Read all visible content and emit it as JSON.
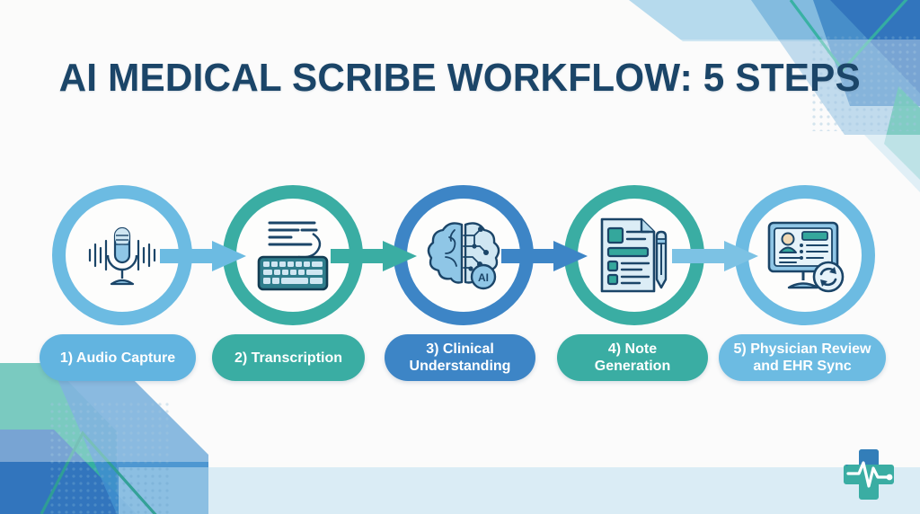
{
  "page": {
    "title": "AI MEDICAL SCRIBE WORKFLOW: 5 STEPS",
    "background_color": "#fbfbfa",
    "title_color": "#1b4568"
  },
  "palette": {
    "light_blue": "#6cbbe2",
    "sky_blue": "#62b4e0",
    "teal": "#3aada3",
    "deep_blue": "#3d85c6",
    "ring_blue_mid": "#4a93cd",
    "navy": "#1b4568",
    "icon_fill_light": "#cfe6f2",
    "icon_fill_mid": "#8fc6e6",
    "icon_teal": "#34a79c",
    "deco_teal": "#35b0a0",
    "deco_blue": "#3275bd",
    "deco_pale_blue": "#a9d4ea",
    "deco_lighter_blue": "#c5e1f1",
    "deco_dot": "#6fa8cf"
  },
  "steps": [
    {
      "number": "1)",
      "label": "1) Audio Capture",
      "label_lines": [
        "1) Audio Capture"
      ],
      "icon": "microphone-soundwave-icon",
      "ring_color": "#6cbbe2",
      "pill_color": "#62b4e0"
    },
    {
      "number": "2)",
      "label": "2) Transcription",
      "label_lines": [
        "2) Transcription"
      ],
      "icon": "keyboard-transcript-icon",
      "ring_color": "#3aada3",
      "pill_color": "#3aada3"
    },
    {
      "number": "3)",
      "label": "3) Clinical Understanding",
      "label_lines": [
        "3) Clinical",
        "Understanding"
      ],
      "icon": "ai-brain-circuit-icon",
      "ring_color": "#3d85c6",
      "pill_color": "#3d85c6"
    },
    {
      "number": "4)",
      "label": "4) Note Generation",
      "label_lines": [
        "4) Note",
        "Generation"
      ],
      "icon": "document-pen-icon",
      "ring_color": "#3aada3",
      "pill_color": "#3aada3"
    },
    {
      "number": "5)",
      "label": "5) Physician Review and EHR Sync",
      "label_lines": [
        "5) Physician Review",
        "and EHR Sync"
      ],
      "icon": "monitor-ehr-sync-icon",
      "ring_color": "#6cbbe2",
      "pill_color": "#6cbbe2"
    }
  ],
  "arrows": [
    {
      "name": "arrow-step1-to-step2",
      "color": "#6cbbe2"
    },
    {
      "name": "arrow-step2-to-step3",
      "color": "#3aada3"
    },
    {
      "name": "arrow-step3-to-step4",
      "color": "#3d85c6"
    },
    {
      "name": "arrow-step4-to-step5",
      "color": "#7cc2e4"
    }
  ],
  "logo": {
    "name": "medical-cross-heartbeat-logo",
    "cross_color": "#3aada3",
    "accent_color": "#3275bd",
    "pulse_color": "#ffffff"
  }
}
